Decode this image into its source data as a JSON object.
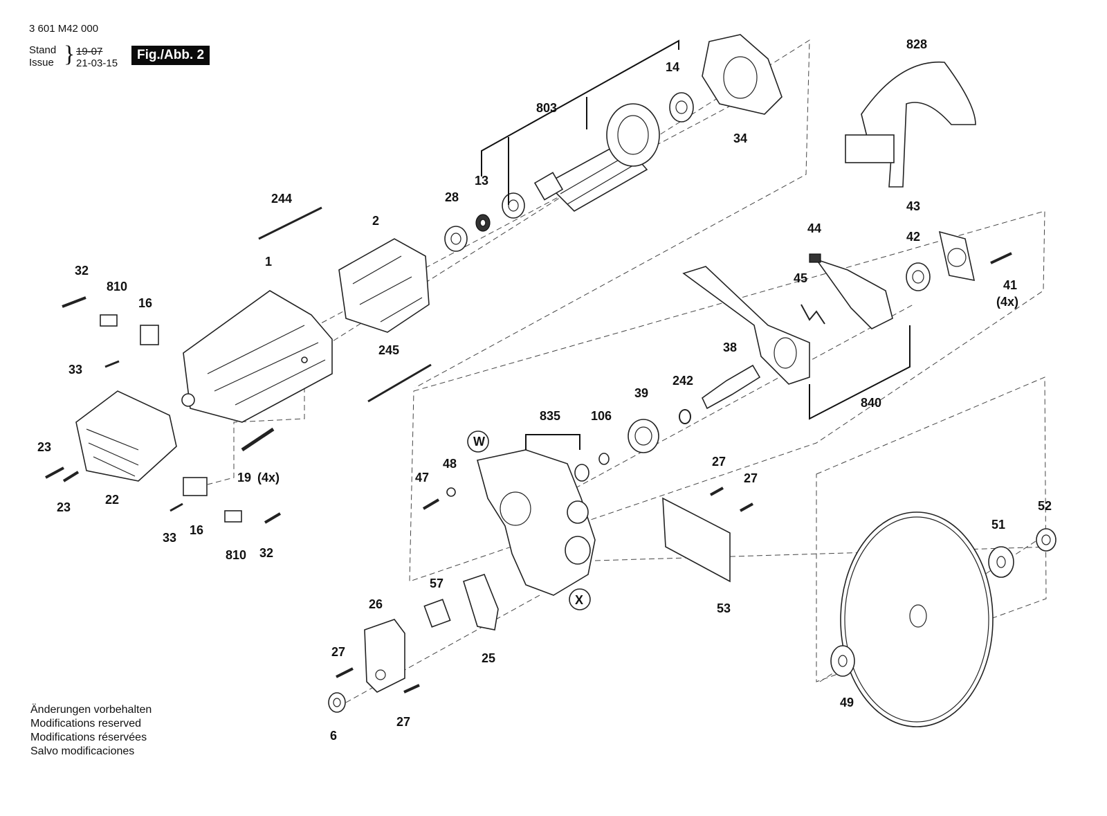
{
  "header": {
    "doc_number": "3 601 M42 000",
    "stand_label": "Stand",
    "issue_label": "Issue",
    "stand_date": "19-07",
    "issue_date": "21-03-15",
    "figure": "Fig./Abb. 2"
  },
  "notes": [
    "Änderungen vorbehalten",
    "Modifications reserved",
    "Modifications réservées",
    "Salvo modificaciones"
  ],
  "part_labels": {
    "p1": "1",
    "p2": "2",
    "p6": "6",
    "p13": "13",
    "p14": "14",
    "p16a": "16",
    "p16b": "16",
    "p19": "19",
    "p19qty": "(4x)",
    "p22": "22",
    "p23a": "23",
    "p23b": "23",
    "p25": "25",
    "p26": "26",
    "p27a": "27",
    "p27b": "27",
    "p27c": "27",
    "p27d": "27",
    "p28": "28",
    "p32a": "32",
    "p32b": "32",
    "p33a": "33",
    "p33b": "33",
    "p34": "34",
    "p38": "38",
    "p39": "39",
    "p41": "41",
    "p41qty": "(4x)",
    "p42": "42",
    "p43": "43",
    "p44": "44",
    "p45": "45",
    "p47": "47",
    "p48": "48",
    "p49": "49",
    "p51": "51",
    "p52": "52",
    "p53": "53",
    "p57": "57",
    "p106": "106",
    "p242": "242",
    "p244": "244",
    "p245": "245",
    "p803": "803",
    "p810a": "810",
    "p810b": "810",
    "p828": "828",
    "p835": "835",
    "p840": "840",
    "pW": "W",
    "pX": "X"
  }
}
